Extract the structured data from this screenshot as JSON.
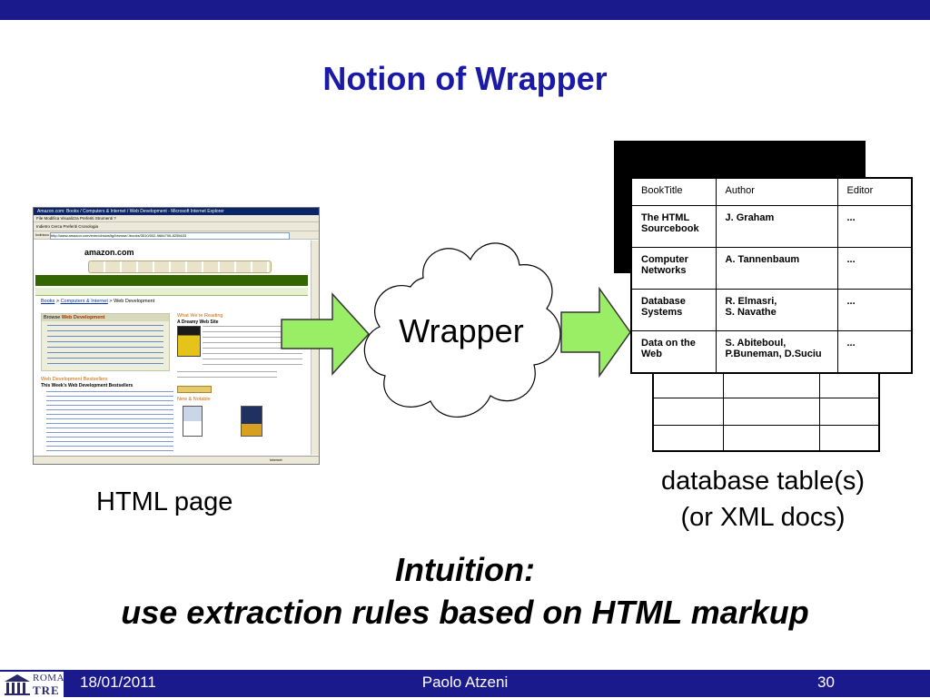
{
  "slide": {
    "title": "Notion of Wrapper",
    "cloud_label": "Wrapper",
    "caption_html": "HTML page",
    "caption_db_line1": "database table(s)",
    "caption_db_line2": "(or XML docs)",
    "intuition_line1": "Intuition:",
    "intuition_line2": "use extraction rules based on HTML markup"
  },
  "browser": {
    "window_title": "Amazon.com: Books / Computers & Internet / Web Development - Microsoft Internet Explorer",
    "menu": "File  Modifica  Visualizza  Preferiti  Strumenti  ?",
    "toolbar": "Indietro  Cerca  Preferiti  Cronologia",
    "address_label": "Indirizzo",
    "address": "http://www.amazon.com/exec/obidos/tg/browse/-/books/3510/002-9684706-8255633",
    "logo": "amazon.com",
    "breadcrumb_books": "Books",
    "breadcrumb_sep": " > ",
    "breadcrumb_ci": "Computers & Internet",
    "breadcrumb_wd": " > Web Development",
    "panel_heading_prefix": "Browse ",
    "panel_heading": "Web Development",
    "bestsellers": "Web Development Bestsellers",
    "bestsellers_sub": "This Week's Web Development Bestsellers",
    "reading": "What We're Reading",
    "reading_sub": "A Dreamy Web Site",
    "new_notable": "New & Notable",
    "status": "Internet"
  },
  "table": {
    "headers": [
      "BookTitle",
      "Author",
      "Editor"
    ],
    "rows": [
      [
        "The HTML Sourcebook",
        "J. Graham",
        "..."
      ],
      [
        "Computer Networks",
        "A. Tannenbaum",
        "..."
      ],
      [
        "Database Systems",
        "R. Elmasri,\nS. Navathe",
        "..."
      ],
      [
        "Data on the Web",
        "S. Abiteboul,\nP.Buneman, D.Suciu",
        "..."
      ]
    ]
  },
  "footer": {
    "logo_line1": "ROMA",
    "logo_line2": "TRE",
    "date": "18/01/2011",
    "author": "Paolo Atzeni",
    "page_number": "30"
  },
  "colors": {
    "bar": "#1a1a8c",
    "title": "#1a1aa6",
    "arrow_fill": "#99ee66",
    "arrow_stroke": "#333333"
  }
}
